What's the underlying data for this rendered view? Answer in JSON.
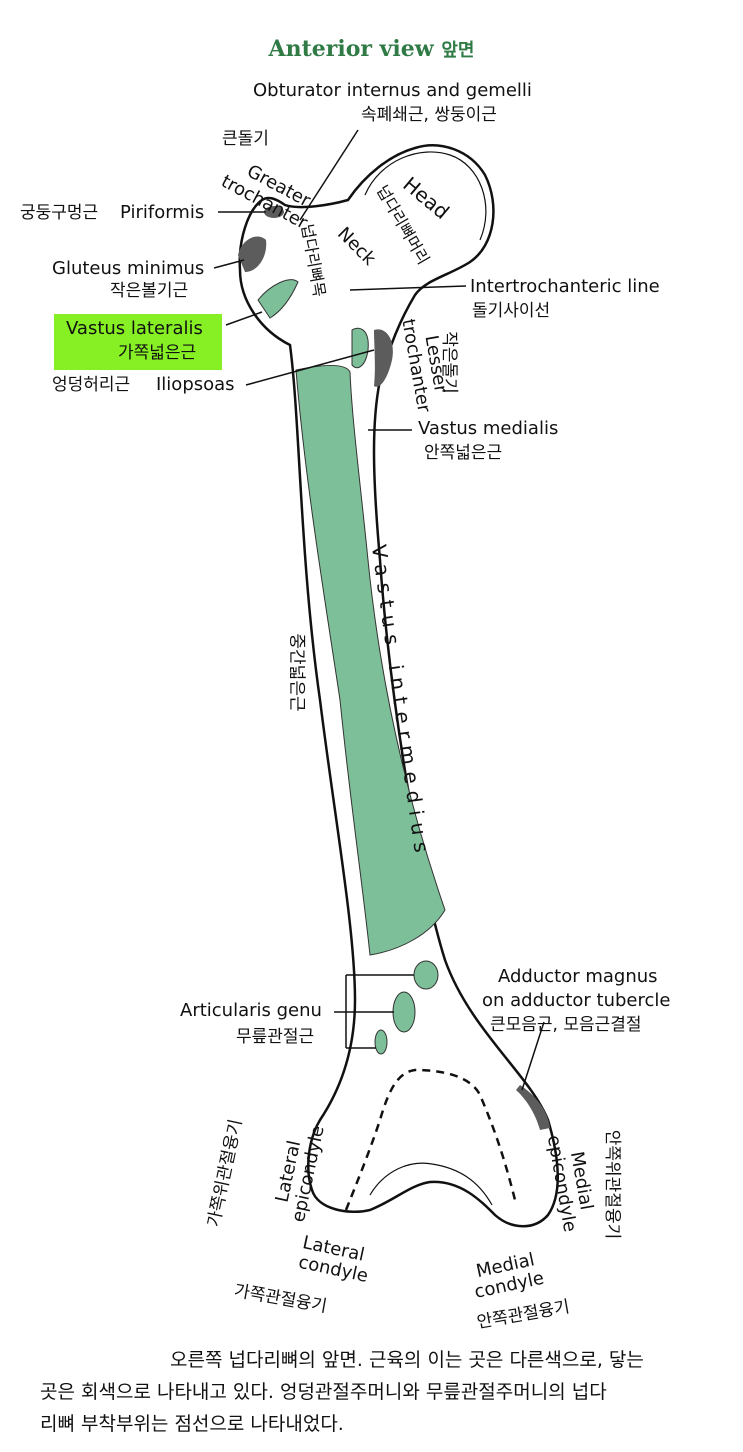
{
  "title": {
    "en": "Anterior view",
    "ko": "앞면"
  },
  "labels": {
    "obturator_en": "Obturator internus and gemelli",
    "obturator_ko": "속폐쇄근, 쌍둥이근",
    "greater_troch_ko": "큰돌기",
    "greater_troch_en1": "Greater",
    "greater_troch_en2": "trochanter",
    "piriformis_ko": "궁둥구멍근",
    "piriformis_en": "Piriformis",
    "gluteus_en": "Gluteus minimus",
    "gluteus_ko": "작은볼기근",
    "vastus_lat_en": "Vastus lateralis",
    "vastus_lat_ko": "가쪽넓은근",
    "iliopsoas_ko": "엉덩허리근",
    "iliopsoas_en": "Iliopsoas",
    "head_en": "Head",
    "head_ko": "넙다리뼈머리",
    "neck_en": "Neck",
    "neck_ko": "넙다리뼈목",
    "intertroch_en": "Intertrochanteric line",
    "intertroch_ko": "돌기사이선",
    "lesser_en1": "Lesser",
    "lesser_en2": "trochanter",
    "lesser_ko": "작은돌기",
    "vastus_med_en": "Vastus medialis",
    "vastus_med_ko": "안쪽넓은근",
    "vastus_int_en": "Vastus intermedius",
    "vastus_int_ko": "중간넓은근",
    "articularis_en": "Articularis genu",
    "articularis_ko": "무릎관절근",
    "adductor_en1": "Adductor magnus",
    "adductor_en2": "on adductor tubercle",
    "adductor_ko": "큰모음근, 모음근결절",
    "lat_epi_en1": "Lateral",
    "lat_epi_en2": "epicondyle",
    "lat_epi_ko": "가쪽위관절융기",
    "med_epi_en1": "Medial",
    "med_epi_en2": "epicondyle",
    "med_epi_ko": "안쪽위관절융기",
    "lat_cond_en1": "Lateral",
    "lat_cond_en2": "condyle",
    "lat_cond_ko": "가쪽관절융기",
    "med_cond_en1": "Medial",
    "med_cond_en2": "condyle",
    "med_cond_ko": "안쪽관절융기"
  },
  "caption": {
    "line1": "오른쪽 넙다리뼈의 앞면. 근육의 이는 곳은 다른색으로, 닿는",
    "line2": "곳은 회색으로 나타내고 있다. 엉덩관절주머니와 무릎관절주머니의 넙다",
    "line3": "리뼈 부착부위는 점선으로 나타내었다."
  },
  "colors": {
    "origin": "#7dbf98",
    "insertion": "#5c5c5c",
    "highlight": "#86f024",
    "title": "#2f7a45"
  }
}
